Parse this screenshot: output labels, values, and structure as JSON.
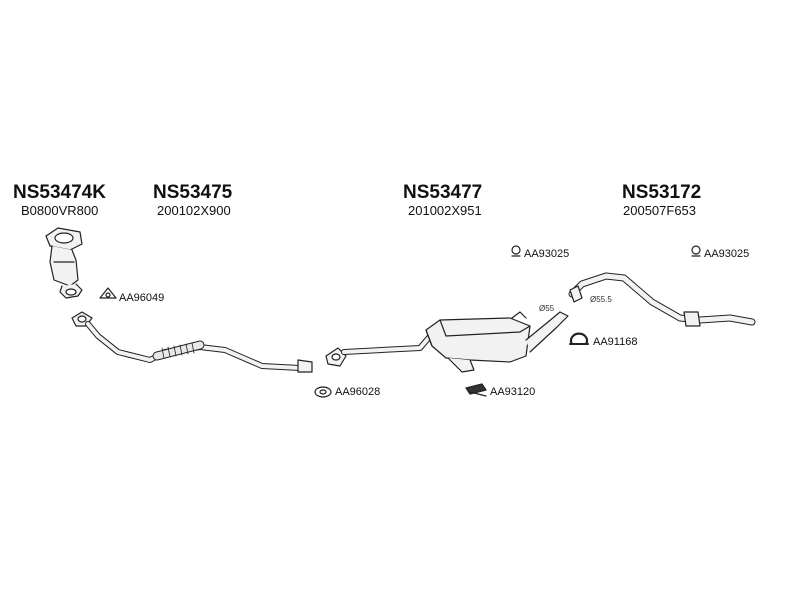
{
  "parts": [
    {
      "part_no": "NS53474K",
      "code": "B0800VR800"
    },
    {
      "part_no": "NS53475",
      "code": "200102X900"
    },
    {
      "part_no": "NS53477",
      "code": "201002X951"
    },
    {
      "part_no": "NS53172",
      "code": "200507F653"
    }
  ],
  "accessories": [
    {
      "code": "AA96049",
      "icon": "gasket-triangle-icon"
    },
    {
      "code": "AA96028",
      "icon": "gasket-oval-icon"
    },
    {
      "code": "AA93120",
      "icon": "rubber-hanger-strip-icon"
    },
    {
      "code": "AA93025",
      "icon": "rubber-ring-mount-icon"
    },
    {
      "code": "AA91168",
      "icon": "clamp-icon"
    },
    {
      "code": "AA93025",
      "icon": "rubber-ring-mount-icon"
    }
  ],
  "diameters": [
    {
      "label": "Ø55"
    },
    {
      "label": "Ø55.5"
    }
  ]
}
